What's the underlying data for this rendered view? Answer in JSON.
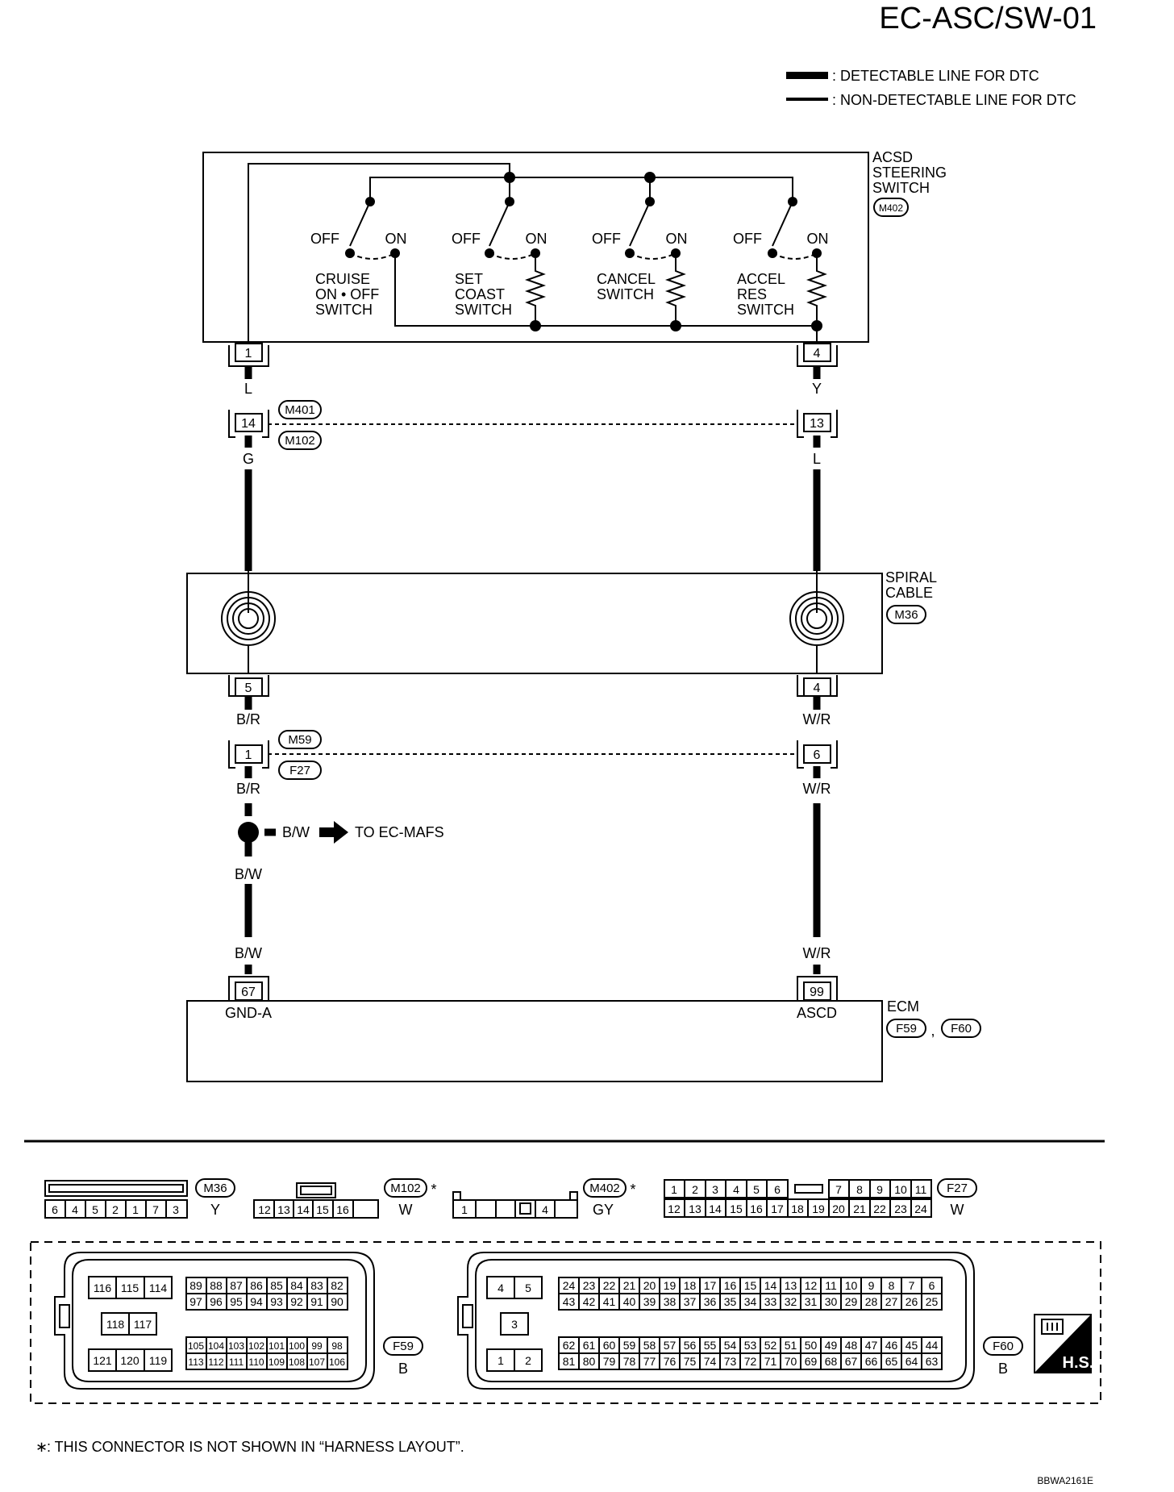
{
  "title": "EC-ASC/SW-01",
  "legend": {
    "detectable": ": DETECTABLE LINE FOR DTC",
    "non_detectable": ": NON-DETECTABLE LINE FOR DTC"
  },
  "acsd_switch": {
    "name_lines": [
      "ACSD",
      "STEERING",
      "SWITCH"
    ],
    "connector": "M402",
    "off_label": "OFF",
    "on_label": "ON",
    "switches": [
      {
        "lines": [
          "CRUISE",
          "ON • OFF",
          "SWITCH"
        ]
      },
      {
        "lines": [
          "SET",
          "COAST",
          "SWITCH"
        ]
      },
      {
        "lines": [
          "CANCEL",
          "SWITCH"
        ]
      },
      {
        "lines": [
          "ACCEL",
          "RES",
          "SWITCH"
        ]
      }
    ],
    "pin_left": "1",
    "pin_right": "4"
  },
  "wires": {
    "w1_left": "L",
    "w1_right": "Y",
    "w2_left": "G",
    "w2_right": "L",
    "w3_left": "B/R",
    "w3_right": "W/R",
    "w4_left": "B/R",
    "w4_right": "W/R",
    "splice_branch": "B/W",
    "to_text": "TO EC-MAFS",
    "w5_left": "B/W",
    "w6_left": "B/W",
    "w6_right": "W/R"
  },
  "joint1": {
    "connector_a": "M401",
    "connector_b": "M102",
    "pin_left": "14",
    "pin_right": "13"
  },
  "spiral_cable": {
    "name_lines": [
      "SPIRAL",
      "CABLE"
    ],
    "connector": "M36",
    "pin_left": "5",
    "pin_right": "4"
  },
  "joint2": {
    "connector_a": "M59",
    "connector_b": "F27",
    "pin_left": "1",
    "pin_right": "6"
  },
  "ecm": {
    "name": "ECM",
    "connector_a": "F59",
    "comma": ",",
    "connector_b": "F60",
    "pin_left": "67",
    "pin_left_label": "GND-A",
    "pin_right": "99",
    "pin_right_label": "ASCD"
  },
  "connectors": {
    "m36": {
      "name": "M36",
      "color": "Y",
      "pins": [
        "6",
        "4",
        "5",
        "2",
        "1",
        "7",
        "3"
      ]
    },
    "m102": {
      "name": "M102",
      "star": "*",
      "color": "W",
      "pins": [
        "12",
        "13",
        "14",
        "15",
        "16"
      ]
    },
    "m402": {
      "name": "M402",
      "star": "*",
      "color": "GY",
      "pins": [
        "1",
        "4"
      ]
    },
    "f27": {
      "name": "F27",
      "color": "W",
      "row1": [
        "1",
        "2",
        "3",
        "4",
        "5",
        "6",
        "7",
        "8",
        "9",
        "10",
        "11"
      ],
      "row2": [
        "12",
        "13",
        "14",
        "15",
        "16",
        "17",
        "18",
        "19",
        "20",
        "21",
        "22",
        "23",
        "24"
      ]
    },
    "f59": {
      "name": "F59",
      "color": "B",
      "group_a": [
        "116",
        "115",
        "114"
      ],
      "group_b": [
        "118",
        "117"
      ],
      "group_c": [
        "121",
        "120",
        "119"
      ],
      "row1": [
        "89",
        "88",
        "87",
        "86",
        "85",
        "84",
        "83",
        "82"
      ],
      "row2": [
        "97",
        "96",
        "95",
        "94",
        "93",
        "92",
        "91",
        "90"
      ],
      "row3": [
        "105",
        "104",
        "103",
        "102",
        "101",
        "100",
        "99",
        "98"
      ],
      "row4": [
        "113",
        "112",
        "111",
        "110",
        "109",
        "108",
        "107",
        "106"
      ]
    },
    "f60": {
      "name": "F60",
      "color": "B",
      "group_a": [
        "4",
        "5"
      ],
      "group_b": [
        "3"
      ],
      "group_c": [
        "1",
        "2"
      ],
      "row1": [
        "24",
        "23",
        "22",
        "21",
        "20",
        "19",
        "18",
        "17",
        "16",
        "15",
        "14",
        "13",
        "12",
        "11",
        "10",
        "9",
        "8",
        "7",
        "6"
      ],
      "row2": [
        "43",
        "42",
        "41",
        "40",
        "39",
        "38",
        "37",
        "36",
        "35",
        "34",
        "33",
        "32",
        "31",
        "30",
        "29",
        "28",
        "27",
        "26",
        "25"
      ],
      "row3": [
        "62",
        "61",
        "60",
        "59",
        "58",
        "57",
        "56",
        "55",
        "54",
        "53",
        "52",
        "51",
        "50",
        "49",
        "48",
        "47",
        "46",
        "45",
        "44"
      ],
      "row4": [
        "81",
        "80",
        "79",
        "78",
        "77",
        "76",
        "75",
        "74",
        "73",
        "72",
        "71",
        "70",
        "69",
        "68",
        "67",
        "66",
        "65",
        "64",
        "63"
      ]
    },
    "hs_label": "H.S."
  },
  "footnote": {
    "star": "∗",
    "text": ": THIS CONNECTOR IS NOT SHOWN IN “HARNESS LAYOUT”."
  },
  "ref_code": "BBWA2161E"
}
